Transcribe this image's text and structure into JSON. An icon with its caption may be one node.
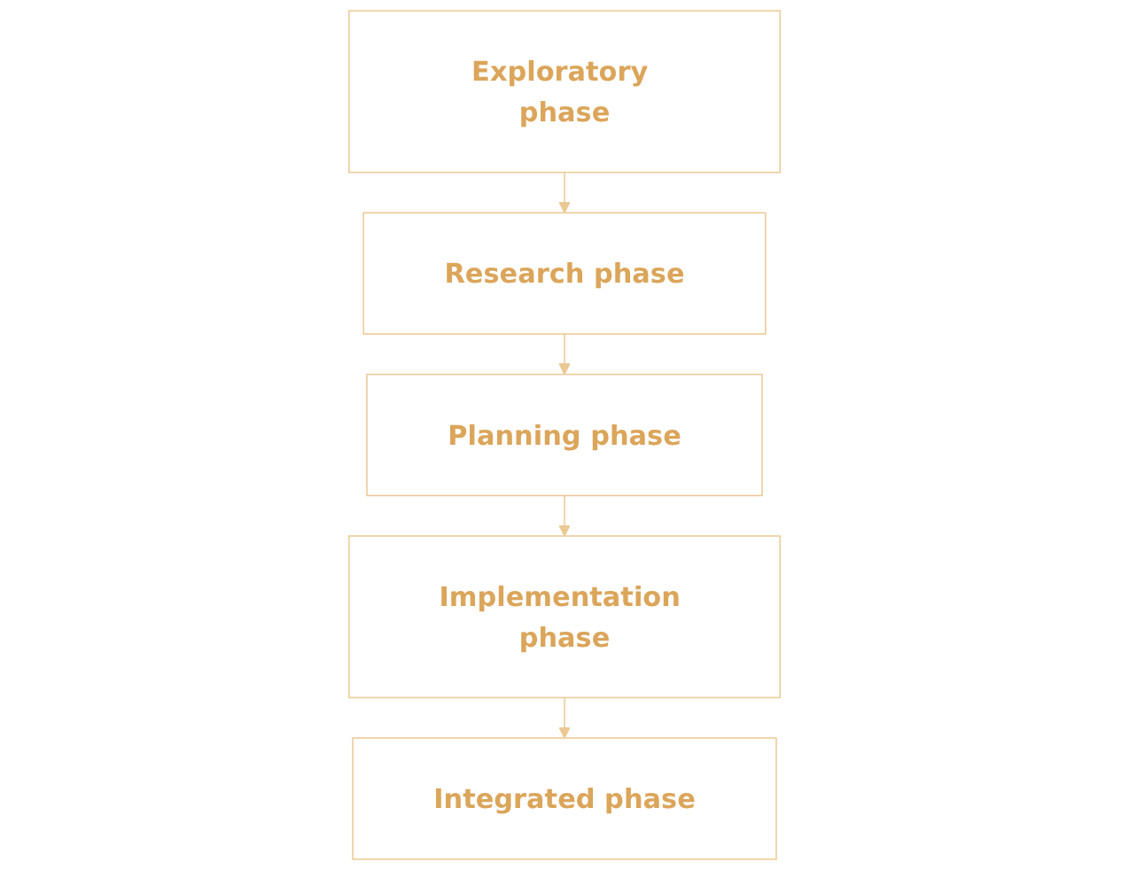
{
  "diagram": {
    "nodes": [
      {
        "text": [
          "Exploratory phase"
        ]
      },
      {
        "text": [
          "Research phase"
        ]
      },
      {
        "text": [
          "Planning phase"
        ]
      },
      {
        "text": [
          "Implementation phase"
        ]
      },
      {
        "text": [
          "Integrated phase"
        ]
      }
    ],
    "edges": [
      {
        "from": 0,
        "to": 1,
        "arrow": "to"
      },
      {
        "from": 1,
        "to": 2,
        "arrow": "to"
      },
      {
        "from": 2,
        "to": 3,
        "arrow": "to"
      },
      {
        "from": 3,
        "to": 4,
        "arrow": "to"
      }
    ]
  }
}
